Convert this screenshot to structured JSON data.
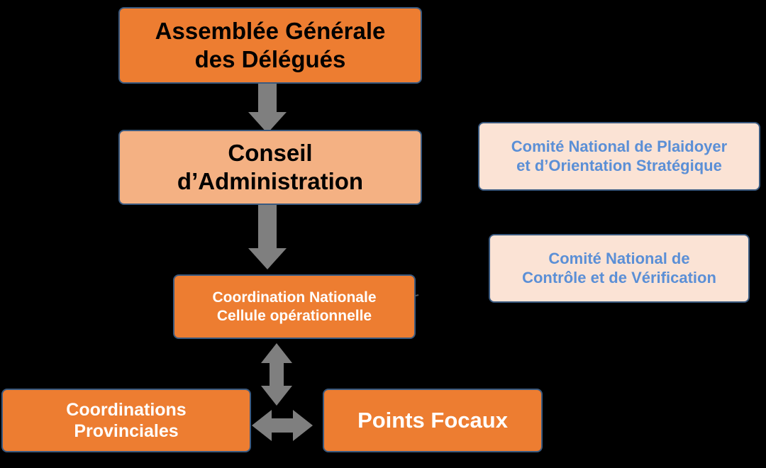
{
  "nodes": {
    "assemblee": "Assemblée Générale\ndes Délégués",
    "conseil": "Conseil\nd’Administration",
    "coordination": "Coordination Nationale\nCellule opérationnelle",
    "provinciales": "Coordinations\nProvinciales",
    "points_focaux": "Points Focaux",
    "plaidoyer": "Comité National de Plaidoyer\net d’Orientation Stratégique",
    "controle": "Comité National de\nContrôle et de Vérification"
  },
  "colors": {
    "background": "#000000",
    "orange": "#ed7d31",
    "light_orange": "#f4b183",
    "pale_orange": "#fbe3d5",
    "blue_text": "#5b8fd6",
    "arrow": "#7f7f7f"
  }
}
